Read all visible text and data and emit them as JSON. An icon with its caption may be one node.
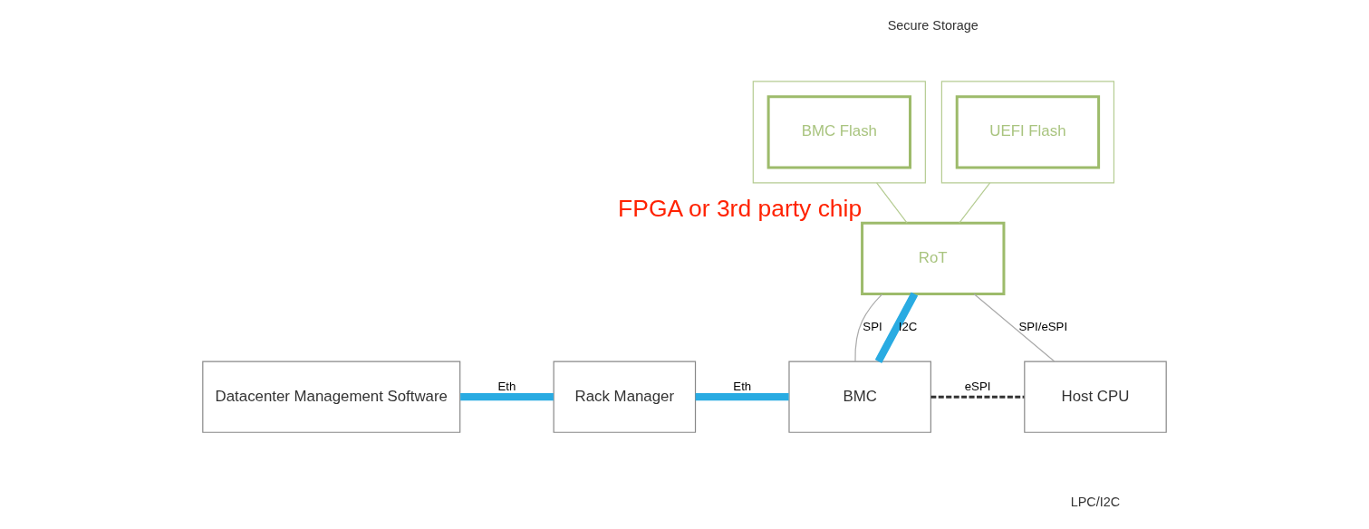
{
  "diagram": {
    "nodes": [
      {
        "text": [],
        "shape": "box"
      },
      {
        "text": [
          "BMC Flash"
        ],
        "in": 0
      },
      {
        "text": [],
        "shape": "box"
      },
      {
        "text": [
          "UEFI Flash"
        ],
        "in": 2
      },
      {
        "text": [
          "RoT"
        ],
        "beside": [
          "FPGA or 3rd party chip"
        ]
      },
      {
        "text": [
          "Datacenter Management Software"
        ]
      },
      {
        "text": [
          "Rack Manager"
        ]
      },
      {
        "text": [
          "BMC"
        ]
      },
      {
        "text": [
          "Host CPU"
        ]
      }
    ],
    "edges": [
      {
        "from": 0,
        "to": 4,
        "arrow": "none",
        "color": "#b5cc92"
      },
      {
        "from": 2,
        "to": 4,
        "arrow": "none",
        "color": "#b5cc92"
      },
      {
        "from": 7,
        "to": 4,
        "arrow": "none",
        "label": "I2C",
        "style": "thick",
        "color": "#29abe2"
      },
      {
        "from": 4,
        "to": 7,
        "arrow": "none",
        "label": "SPI",
        "color": "#aaaaaa"
      },
      {
        "from": 4,
        "to": 8,
        "arrow": "none",
        "label": "SPI/eSPI",
        "color": "#aaaaaa"
      },
      {
        "from": 5,
        "to": 6,
        "arrow": "none",
        "label": "Eth",
        "style": "thick",
        "color": "#29abe2"
      },
      {
        "from": 6,
        "to": 7,
        "arrow": "none",
        "label": "Eth",
        "style": "thick",
        "color": "#29abe2"
      },
      {
        "from": 7,
        "to": 8,
        "arrow": "none",
        "label": "eSPI",
        "style": "dashed",
        "color": "#333333"
      }
    ],
    "labels": [
      "Secure Storage",
      "LPC/I2C"
    ]
  }
}
